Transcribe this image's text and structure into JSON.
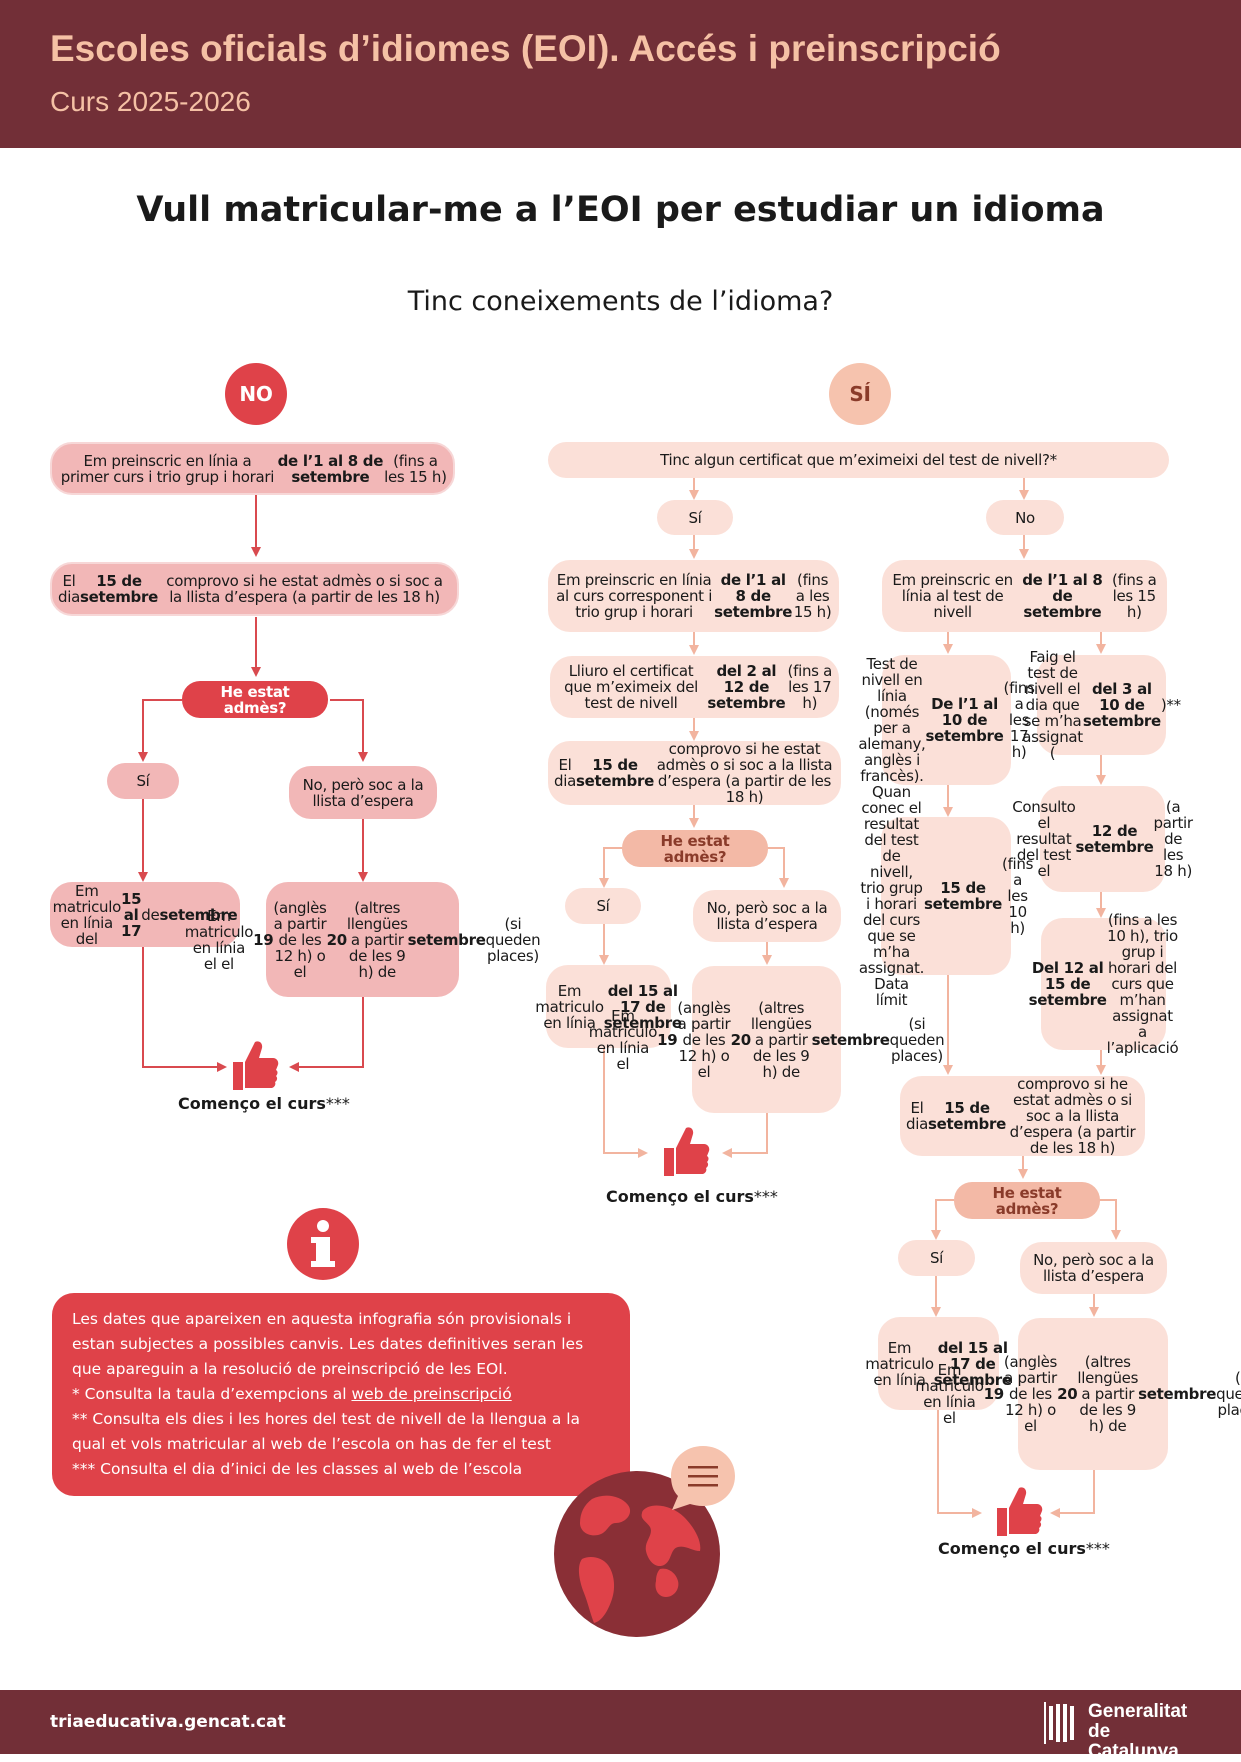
{
  "header": {
    "title": "Escoles oficials d’idiomes (EOI). Accés i preinscripció",
    "subtitle": "Curs 2025-2026"
  },
  "main_title": "Vull matricular-me a l’EOI per estudiar un idioma",
  "question": "Tinc coneixements de l’idioma?",
  "branches": {
    "no": "NO",
    "si": "SÍ"
  },
  "no_branch": {
    "step1": "Em preinscric en línia a primer curs i trio grup i horari <b>de l’1 al 8 de setembre</b> (fins a les 15 h)",
    "step2": "El dia <b>15 de setembre</b> comprovo si he estat admès o si soc a la llista d’espera (a partir de les 18 h)",
    "decision": "He estat admès?",
    "yes": "Sí",
    "waitlist": "No, però soc a la llista d’espera",
    "enrol_yes": "Em matriculo en línia del <b>15 al 17</b> de <b>setembre</b>",
    "enrol_wait": "Em matriculo en línia el el <b>19</b> (anglès a partir de les 12 h) o el <b>20</b> (altres llengües a partir de les 9 h) de <b>setembre</b> (si queden places)",
    "start": "<b>Començo el curs</b>***"
  },
  "si_branch": {
    "certificate_q": "Tinc algun certificat que m’eximeixi del test de nivell?*",
    "cert_yes": "Sí",
    "cert_no": "No",
    "cert": {
      "step1": "Em preinscric en línia al curs corresponent i trio grup i horari <b>de l’1 al 8 de setembre</b> (fins a les 15 h)",
      "step2": "Lliuro el certificat que m’eximeix del test de nivell <b>del 2 al 12 de setembre</b> (fins a les 17 h)",
      "step3": "El dia <b>15 de setembre</b> comprovo si he estat admès o si soc a la llista d’espera (a partir de les 18 h)",
      "decision": "He estat admès?",
      "yes": "Sí",
      "waitlist": "No, però soc a la llista d’espera",
      "enrol_yes": "Em matriculo en línia <b>del 15 al 17 de setembre</b>",
      "enrol_wait": "Em matriculo en línia el <b>19</b> (anglès a partir de les 12 h) o el <b>20</b> (altres llengües a partir de les 9 h) de <b>setembre</b> (si queden places)",
      "start": "<b>Començo el curs</b>***"
    },
    "test": {
      "step1": "Em preinscric en línia al test de nivell <b>de l’1 al 8 de setembre</b> (fins a les 15 h)",
      "online_test": "Test de nivell en línia (només per a alemany, anglès i francès). <b>De l’1 al 10 de setembre</b> (fins a les 17 h)",
      "onsite_test": "Faig el test de nivell el dia que se m’ha assignat (<b>del 3 al 10 de setembre</b>)**",
      "online_result": "Quan conec el resultat del test de nivell, trio grup i horari del curs que se m’ha assignat. Data límit <b>15 de setembre</b> (fins a les 10 h)",
      "onsite_result": "Consulto el resultat del test el <b>12 de setembre</b> (a partir de les 18 h)",
      "onsite_choose": "<b>Del 12 al 15 de setembre</b> (fins a les 10 h), trio grup i horari del curs que m’han assignat a l’aplicació",
      "check": "El dia <b>15 de setembre</b> comprovo si he estat admès o si soc a la llista d’espera (a partir de les 18 h)",
      "decision": "He estat admès?",
      "yes": "Sí",
      "waitlist": "No, però soc a la llista d’espera",
      "enrol_yes": "Em matriculo en línia <b>del 15 al 17 de setembre</b>",
      "enrol_wait": "Em matriculo en línia el <b>19</b> (anglès a partir de les 12 h) o el <b>20</b> (altres llengües a partir de les 9 h) de <b>setembre</b> (si queden places)",
      "start": "<b>Començo el curs</b>***"
    }
  },
  "info": {
    "line1": "Les dates que apareixen en aquesta infografia són provisionals i estan subjectes a possibles canvis. Les dates definitives seran les que apareguin a la resolució de preinscripció de les EOI.",
    "note1_prefix": "* Consulta la taula d’exempcions al ",
    "note1_link": "web de preinscripció",
    "note2": "** Consulta els dies i les hores del test de nivell de la llengua a la qual et vols matricular al web de l’escola on has de fer el test",
    "note3": "*** Consulta el dia d’inici de les classes al web de l’escola"
  },
  "footer": {
    "url": "triaeducativa.gencat.cat",
    "logo_line1": "Generalitat",
    "logo_line2": "de Catalunya"
  },
  "colors": {
    "header_bg": "#722f37",
    "header_text": "#f5c1a5",
    "red": "#df4249",
    "pink": "#f2b7b7",
    "light": "#fbe0d8",
    "orange": "#f3b9a6",
    "arrow_red": "#d94a4f",
    "arrow_orange": "#f2b49f"
  },
  "icons": [
    "thumbs-up-icon",
    "info-icon",
    "globe-icon",
    "speech-bubble-icon",
    "generalitat-logo"
  ]
}
